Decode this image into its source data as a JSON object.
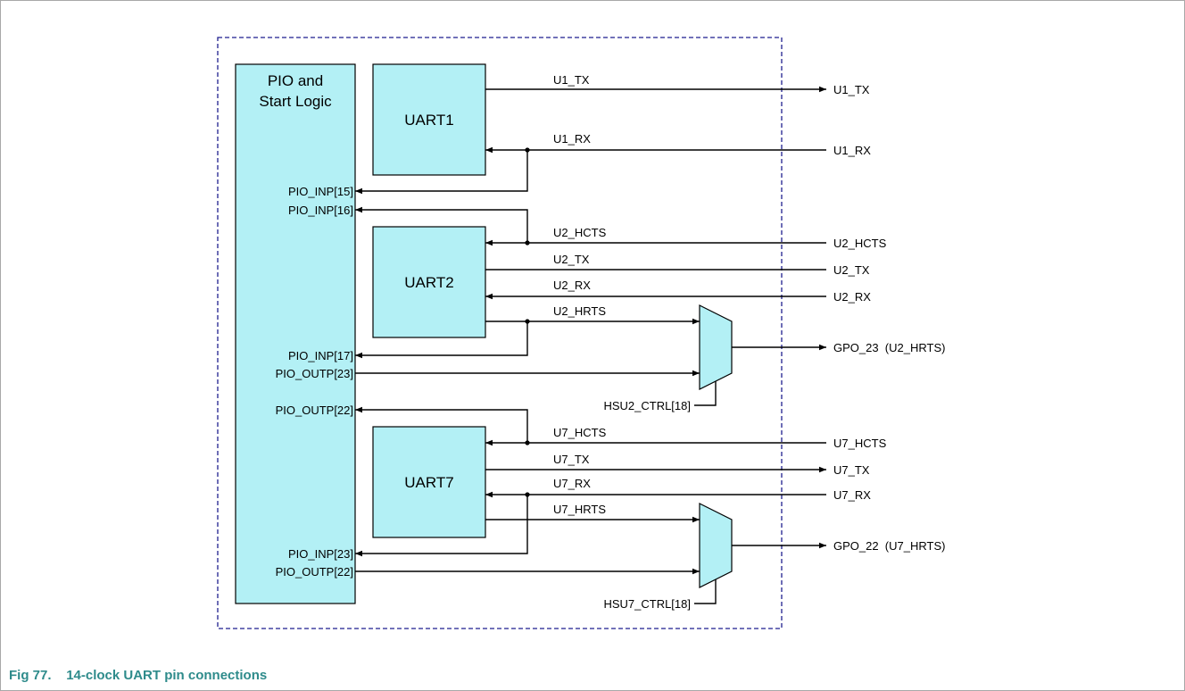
{
  "caption": {
    "number": "Fig 77.",
    "title": "14-clock UART pin connections"
  },
  "colors": {
    "block_fill": "#b3f0f5",
    "boundary": "#1f1f8f",
    "caption": "#2e8b8b",
    "wire": "#000000"
  },
  "blocks": {
    "pio_line1": "PIO and",
    "pio_line2": "Start Logic",
    "uart1": "UART1",
    "uart2": "UART2",
    "uart7": "UART7"
  },
  "internal_signals": {
    "u1_tx": "U1_TX",
    "u1_rx": "U1_RX",
    "u2_hcts": "U2_HCTS",
    "u2_tx": "U2_TX",
    "u2_rx": "U2_RX",
    "u2_hrts": "U2_HRTS",
    "u7_hcts": "U7_HCTS",
    "u7_tx": "U7_TX",
    "u7_rx": "U7_RX",
    "u7_hrts": "U7_HRTS"
  },
  "pins": {
    "u1_tx": "U1_TX",
    "u1_rx": "U1_RX",
    "u2_hcts": "U2_HCTS",
    "u2_tx": "U2_TX",
    "u2_rx": "U2_RX",
    "gpo23": "GPO_23  (U2_HRTS)",
    "u7_hcts": "U7_HCTS",
    "u7_tx": "U7_TX",
    "u7_rx": "U7_RX",
    "gpo22": "GPO_22  (U7_HRTS)"
  },
  "pio_ports": {
    "inp15": "PIO_INP[15]",
    "inp16": "PIO_INP[16]",
    "inp17": "PIO_INP[17]",
    "outp23": "PIO_OUTP[23]",
    "outp22_a": "PIO_OUTP[22]",
    "inp23": "PIO_INP[23]",
    "outp22_b": "PIO_OUTP[22]"
  },
  "mux_controls": {
    "hsu2": "HSU2_CTRL[18]",
    "hsu7": "HSU7_CTRL[18]"
  }
}
